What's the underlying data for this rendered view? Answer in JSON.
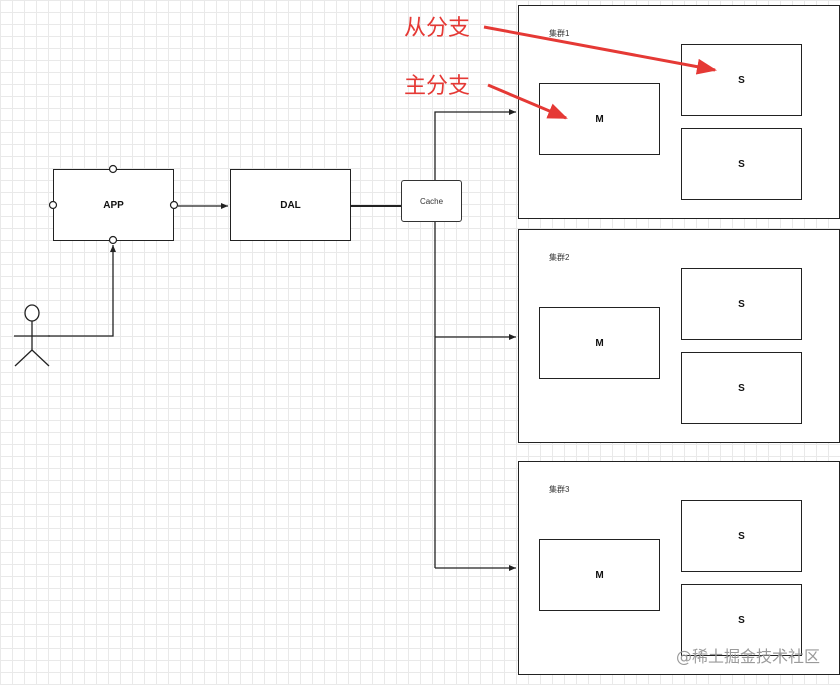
{
  "app_label": "APP",
  "dal_label": "DAL",
  "cache_label": "Cache",
  "clusters": [
    {
      "label": "集群1",
      "master": "M",
      "slaves": [
        "S",
        "S"
      ]
    },
    {
      "label": "集群2",
      "master": "M",
      "slaves": [
        "S",
        "S"
      ]
    },
    {
      "label": "集群3",
      "master": "M",
      "slaves": [
        "S",
        "S"
      ]
    }
  ],
  "annotations": {
    "slave_branch": "从分支",
    "master_branch": "主分支"
  },
  "watermark": "@稀土掘金技术社区",
  "colors": {
    "annotation": "#e53935",
    "line": "#222222"
  }
}
